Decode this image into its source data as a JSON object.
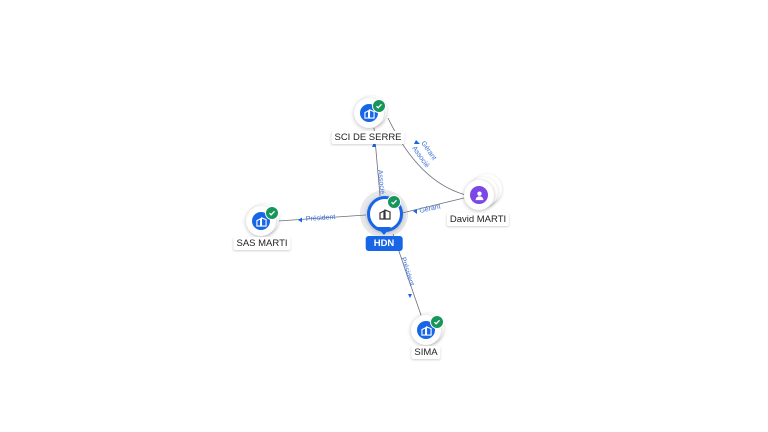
{
  "nodes": {
    "hdn": {
      "label": "HDN",
      "icon": "building-icon",
      "verified": true
    },
    "sci_de_serre": {
      "label": "SCI DE SERRE",
      "icon": "building-icon",
      "verified": true
    },
    "sas_marti": {
      "label": "SAS MARTI",
      "icon": "building-icon",
      "verified": true
    },
    "sima": {
      "label": "SIMA",
      "icon": "building-icon",
      "verified": true
    },
    "david_marti": {
      "label": "David MARTI",
      "icon": "person-icon",
      "verified": false
    }
  },
  "edges": {
    "hdn_sci": {
      "label": "Associé"
    },
    "david_sci": {
      "label": "Gérant",
      "label2": "Associé"
    },
    "david_hdn": {
      "label": "Gérant"
    },
    "hdn_sas": {
      "label": "Président"
    },
    "hdn_sima": {
      "label": "Président"
    }
  },
  "colors": {
    "company": "#1766e8",
    "person": "#7b47e6",
    "verified": "#17955a",
    "edge": "#6b6f7a",
    "edge_label": "#3a6fd8"
  }
}
